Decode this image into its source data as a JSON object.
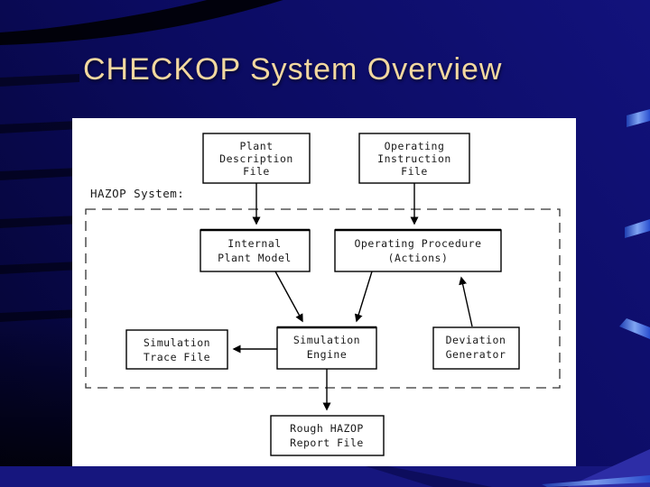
{
  "slide": {
    "title": "CHECKOP System Overview"
  },
  "diagram": {
    "system_label": "HAZOP System:",
    "nodes": [
      {
        "id": "plant-description-file",
        "lines": [
          "Plant",
          "Description",
          "File"
        ]
      },
      {
        "id": "operating-instruction-file",
        "lines": [
          "Operating",
          "Instruction",
          "File"
        ]
      },
      {
        "id": "internal-plant-model",
        "lines": [
          "Internal",
          "Plant Model"
        ]
      },
      {
        "id": "operating-procedure",
        "lines": [
          "Operating Procedure",
          "(Actions)"
        ]
      },
      {
        "id": "simulation-trace-file",
        "lines": [
          "Simulation",
          "Trace File"
        ]
      },
      {
        "id": "simulation-engine",
        "lines": [
          "Simulation",
          "Engine"
        ]
      },
      {
        "id": "deviation-generator",
        "lines": [
          "Deviation",
          "Generator"
        ]
      },
      {
        "id": "rough-hazop-report-file",
        "lines": [
          "Rough HAZOP",
          "Report File"
        ]
      }
    ],
    "edges": [
      {
        "from": "Plant Description File",
        "to": "Internal Plant Model"
      },
      {
        "from": "Operating Instruction File",
        "to": "Operating Procedure (Actions)"
      },
      {
        "from": "Internal Plant Model",
        "to": "Simulation Engine"
      },
      {
        "from": "Operating Procedure (Actions)",
        "to": "Simulation Engine"
      },
      {
        "from": "Deviation Generator",
        "to": "Operating Procedure (Actions)"
      },
      {
        "from": "Simulation Engine",
        "to": "Simulation Trace File"
      },
      {
        "from": "Simulation Engine",
        "to": "Rough HAZOP Report File"
      }
    ]
  },
  "colors": {
    "background_navy": "#0b0b62",
    "title_text": "#f2d8a0",
    "panel": "#ffffff",
    "diagram_line": "#000000",
    "ribbon_blue": "#5f8cf0"
  }
}
